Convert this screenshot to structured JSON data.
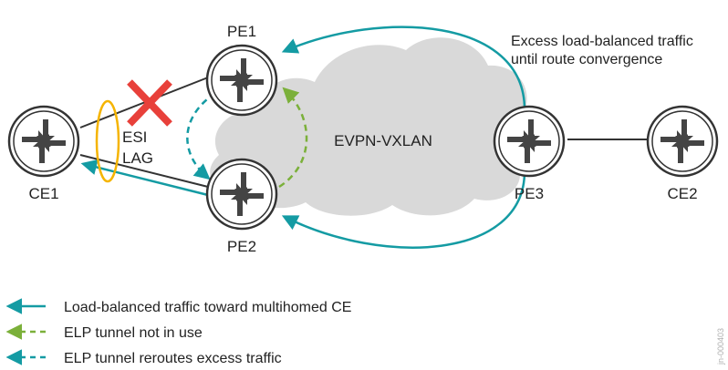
{
  "nodes": {
    "ce1": "CE1",
    "pe1": "PE1",
    "pe2": "PE2",
    "pe3": "PE3",
    "ce2": "CE2"
  },
  "cloud_label": "EVPN-VXLAN",
  "esi_label": {
    "line1": "ESI",
    "line2": "LAG"
  },
  "annotation": {
    "line1": "Excess load-balanced traffic",
    "line2": "until route convergence"
  },
  "legend": [
    {
      "label": "Load-balanced traffic toward multihomed CE",
      "color": "#149ba3",
      "style": "solid"
    },
    {
      "label": "ELP tunnel not in use",
      "color": "#7bb03a",
      "style": "dashed"
    },
    {
      "label": "ELP tunnel reroutes excess traffic",
      "color": "#149ba3",
      "style": "dashed"
    }
  ],
  "figure_id": "jn-000403",
  "colors": {
    "teal": "#149ba3",
    "green": "#7bb03a",
    "orange": "#f5b400",
    "red": "#e8403a",
    "cloud": "#d9d9d9",
    "router_stroke": "#333333"
  },
  "icons": [
    "router-icon",
    "cloud-icon",
    "failure-x-icon",
    "lag-oval-icon"
  ]
}
